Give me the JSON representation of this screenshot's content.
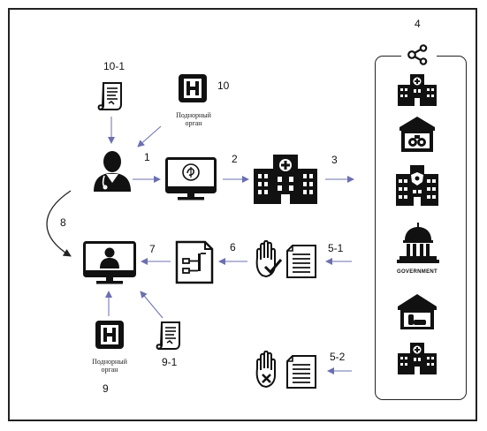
{
  "labels": {
    "n1": "1",
    "n2": "2",
    "n3": "3",
    "n4": "4",
    "n5_1": "5-1",
    "n5_2": "5-2",
    "n6": "6",
    "n7": "7",
    "n8": "8",
    "n9": "9",
    "n9_1": "9-1",
    "n10": "10",
    "n10_1": "10-1"
  },
  "captions": {
    "organ_line1": "Поднорный",
    "organ_line2": "орган",
    "government": "GOVERNMENT"
  },
  "icons": {
    "doc_10_1": "scroll-document-icon",
    "organ_10": "hospital-h-sign-icon",
    "doctor": "doctor-icon",
    "monitor_1": "monitor-icon",
    "hospital_2": "hospital-building-icon",
    "network_4": "network-share-icon",
    "institutions": [
      "hospital-icon",
      "pharmacy-icon",
      "police-station-icon",
      "government-building-icon",
      "home-care-icon",
      "clinic-icon"
    ],
    "approve_5_1": "hand-check-document-icon",
    "reject_5_2": "hand-cross-document-icon",
    "form_6": "form-document-icon",
    "video_call_7": "video-call-monitor-icon",
    "doc_9_1": "scroll-document-icon",
    "organ_9": "hospital-h-sign-icon"
  },
  "colors": {
    "icon": "#111111",
    "arrow": "#6b6fb0",
    "frame": "#222222"
  }
}
